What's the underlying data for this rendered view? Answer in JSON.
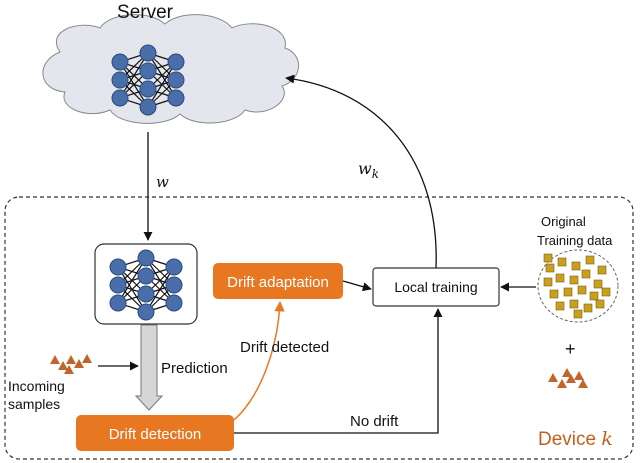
{
  "server": {
    "label": "Server"
  },
  "edges": {
    "server_to_device": "w",
    "device_to_server_base": "w",
    "device_to_server_sub": "k",
    "prediction": "Prediction",
    "drift_detected": "Drift detected",
    "no_drift": "No drift"
  },
  "device": {
    "label_prefix": "Device ",
    "label_var": "k",
    "incoming_line1": "Incoming",
    "incoming_line2": "samples",
    "original_line1": "Original",
    "original_line2": "Training data",
    "plus": "+"
  },
  "nodes": {
    "drift_adaptation": "Drift adaptation",
    "local_training": "Local training",
    "drift_detection": "Drift detection"
  },
  "colors": {
    "orange": "#E87722",
    "device_label": "#C0601A",
    "cloud_fill": "#E3E6EC",
    "network": "#4A6EA9",
    "triangle": "#C0662A",
    "square": "#C8A020"
  }
}
